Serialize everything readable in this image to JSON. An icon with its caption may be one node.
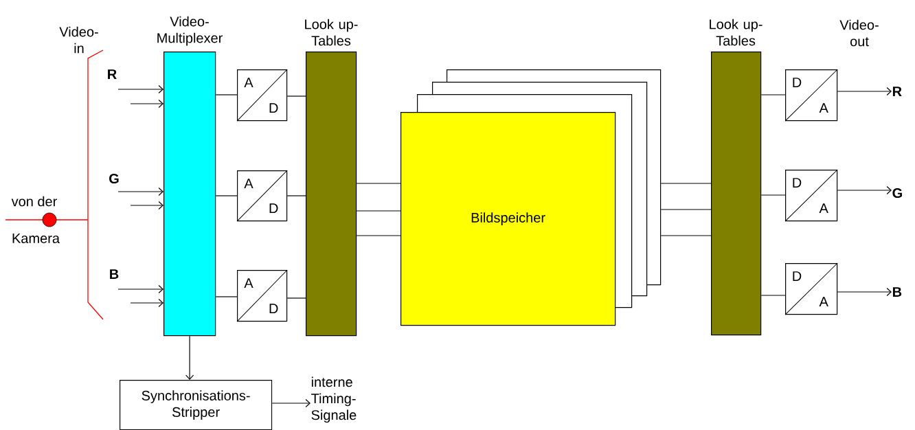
{
  "diagram": {
    "nodes": [
      {
        "text": [
          "Video- Multiplexer"
        ]
      },
      {
        "text": [
          "A",
          "D"
        ]
      },
      {
        "text": [
          "A",
          "D"
        ]
      },
      {
        "text": [
          "A",
          "D"
        ]
      },
      {
        "text": [
          "Look up- Tables"
        ]
      },
      {
        "text": [
          "Bildspeicher"
        ]
      },
      {
        "text": [],
        "shape": "box"
      },
      {
        "text": [],
        "shape": "box"
      },
      {
        "text": [],
        "shape": "box"
      },
      {
        "text": [
          "Look up- Tables"
        ]
      },
      {
        "text": [
          "D",
          "A"
        ]
      },
      {
        "text": [
          "D",
          "A"
        ]
      },
      {
        "text": [
          "D",
          "A"
        ]
      },
      {
        "text": [
          "Synchronisations- Stripper"
        ]
      },
      {
        "text": [
          "interne Timing- Signale"
        ]
      },
      {
        "text": [
          "R"
        ]
      },
      {
        "text": [
          "G"
        ]
      },
      {
        "text": [
          "B"
        ]
      }
    ],
    "edges": [
      {
        "from": null,
        "to": 0,
        "arrow": "to"
      },
      {
        "from": null,
        "to": 0,
        "arrow": "to"
      },
      {
        "from": null,
        "to": 0,
        "arrow": "to"
      },
      {
        "from": null,
        "to": 0,
        "arrow": "to"
      },
      {
        "from": null,
        "to": 0,
        "arrow": "to"
      },
      {
        "from": null,
        "to": 0,
        "arrow": "to"
      },
      {
        "from": 0,
        "to": 1,
        "arrow": "none"
      },
      {
        "from": 0,
        "to": 2,
        "arrow": "none"
      },
      {
        "from": 0,
        "to": 3,
        "arrow": "none"
      },
      {
        "from": 1,
        "to": 4,
        "arrow": "none"
      },
      {
        "from": 2,
        "to": 4,
        "arrow": "none"
      },
      {
        "from": 3,
        "to": 4,
        "arrow": "none"
      },
      {
        "from": 4,
        "to": 5,
        "arrow": "none"
      },
      {
        "from": 4,
        "to": 5,
        "arrow": "none"
      },
      {
        "from": 4,
        "to": 5,
        "arrow": "none"
      },
      {
        "from": 8,
        "to": 9,
        "arrow": "none"
      },
      {
        "from": 8,
        "to": 9,
        "arrow": "none"
      },
      {
        "from": 8,
        "to": 9,
        "arrow": "none"
      },
      {
        "from": 9,
        "to": 10,
        "arrow": "none"
      },
      {
        "from": 9,
        "to": 11,
        "arrow": "none"
      },
      {
        "from": 9,
        "to": 12,
        "arrow": "none"
      },
      {
        "from": 10,
        "to": 15,
        "arrow": "to"
      },
      {
        "from": 11,
        "to": 16,
        "arrow": "to"
      },
      {
        "from": 12,
        "to": 17,
        "arrow": "to"
      },
      {
        "from": 0,
        "to": 13,
        "arrow": "to"
      },
      {
        "from": 13,
        "to": 14,
        "arrow": "to"
      }
    ],
    "labels": [
      "Video- in",
      "R",
      "G",
      "von der",
      "Kamera",
      "B",
      "Video- out"
    ]
  }
}
